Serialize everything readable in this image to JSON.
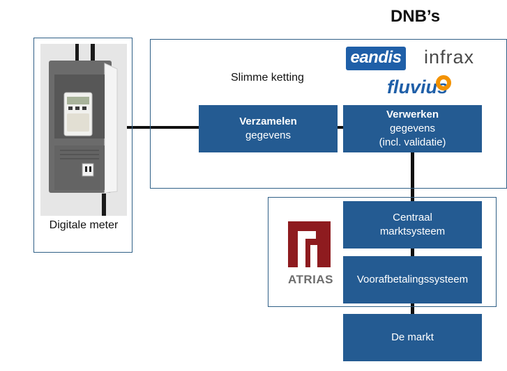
{
  "header": {
    "title": "DNB’s"
  },
  "meter": {
    "caption": "Digitale meter"
  },
  "dnb_panel": {
    "chain_label": "Slimme ketting",
    "logos": {
      "eandis": "eandis",
      "infrax": "infrax",
      "fluvius": "fluvius"
    },
    "collect": {
      "title": "Verzamelen",
      "line1": "gegevens"
    },
    "process": {
      "title": "Verwerken",
      "line1": "gegevens",
      "line2": "(incl. validatie)"
    }
  },
  "atrias_panel": {
    "logo_text": "ATRIAS",
    "central": {
      "line1": "Centraal",
      "line2": "marktsysteem"
    },
    "prepay": {
      "label": "Voorafbetalingssysteem"
    }
  },
  "market": {
    "label": "De markt"
  },
  "colors": {
    "box_blue": "#245b92",
    "frame": "#2f5f86",
    "atrias_red": "#8e1b1f",
    "eandis_blue": "#1f5fa8",
    "fluvius_orange": "#f39200"
  }
}
